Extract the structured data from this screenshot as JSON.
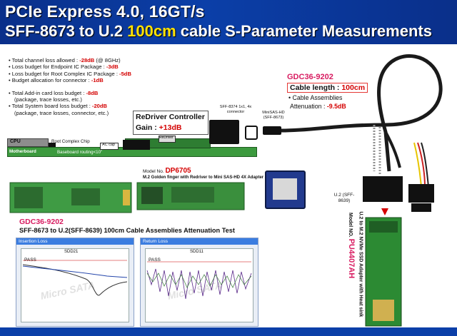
{
  "header": {
    "line1": "PCIe Express 4.0, 16GT/s",
    "line2_pre": "SFF-8673 to U.2 ",
    "line2_hl": "100cm",
    "line2_post": " cable S-Parameter Measurements"
  },
  "budget": {
    "items": [
      {
        "text": "• Total channel loss allowed : ",
        "value": "-28dB",
        "suffix": " (@ 8GHz)"
      },
      {
        "text": "• Loss budget for Endpoint IC Package : ",
        "value": "-3dB",
        "suffix": ""
      },
      {
        "text": "• Loss budget for Root Complex IC Package : ",
        "value": "-5dB",
        "suffix": ""
      },
      {
        "text": "• Budget allocation for connector : ",
        "value": "-1dB",
        "suffix": ""
      }
    ],
    "items2": [
      {
        "text": "• Total Add-in card loss budget : ",
        "value": "-8dB",
        "suffix": ""
      },
      {
        "text": "(package, trace losses, etc.)",
        "value": "",
        "suffix": ""
      },
      {
        "text": "• Total System board loss budget : ",
        "value": "-20dB",
        "suffix": ""
      },
      {
        "text": "(package, trace losses, connector, etc.)",
        "value": "",
        "suffix": ""
      }
    ]
  },
  "redriver": {
    "title": "ReDriver Controller",
    "gain_label": "Gain : ",
    "gain_value": "+13dB"
  },
  "diagram": {
    "cpu": "CPU",
    "root_chip": "Root Complex Chip",
    "motherboard": "Motherboard",
    "routing": "Baseboard routing<10\"",
    "ac_cap": "AC cap",
    "redriver_chip": "ReDriver",
    "sff8374": "SFF-8374 1x1, 4x connector",
    "minisas": "MiniSAS-HD (SFF-8673)"
  },
  "cable_info": {
    "model": "GDC36-9202",
    "length_label": "Cable length : ",
    "length_value": "100cm",
    "assemblies": "• Cable Assemblies",
    "atten_label": "Attenuation : ",
    "atten_value": "-9.5dB"
  },
  "adapter": {
    "model_prefix": "Model No.",
    "model": "DP6705",
    "desc": "M.2 Golden finger with Redriver to Mini SAS-HD 4X Adapter"
  },
  "u2": {
    "label": "U.2 (SFF-8639)"
  },
  "test": {
    "model": "GDC36-9202",
    "title": "SFF-8673 to U.2(SFF-8639) 100cm Cable Assemblies Attenuation Test"
  },
  "charts": {
    "left_title": "Insertion Loss",
    "left_label": "SDD21",
    "right_title": "Return Loss",
    "right_label": "SDD11",
    "pass": "PASS",
    "watermark": "Micro SATA"
  },
  "pu": {
    "model_prefix": "Model NO.",
    "model": "PU4407AH",
    "desc": "U.2 to M.2 NVMe SSD Adapter with Heat sink"
  }
}
